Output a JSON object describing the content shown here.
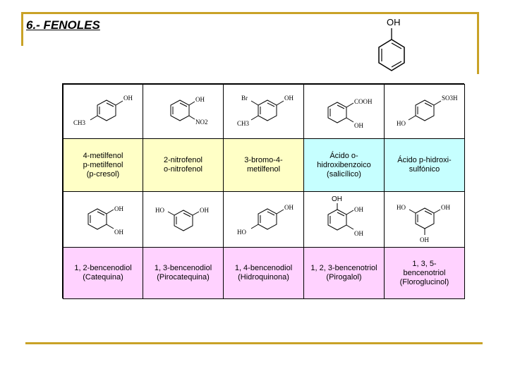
{
  "title": "6.- FENOLES",
  "phenol_oh": "OH",
  "row1": [
    {
      "line1": "4-metilfenol",
      "line2": "p-metilfenol",
      "line3": "(p-cresol)"
    },
    {
      "line1": "2-nitrofenol",
      "line2": "o-nitrofenol",
      "line3": ""
    },
    {
      "line1": "3-bromo-4-",
      "line2": "metilfenol",
      "line3": ""
    },
    {
      "line1": "Ácido o-",
      "line2": "hidroxibenzoico",
      "line3": "(salicílico)"
    },
    {
      "line1": "Ácido p-hidroxi-",
      "line2": "sulfónico",
      "line3": ""
    }
  ],
  "row2": [
    {
      "line1": "1, 2-bencenodiol",
      "line2": "(Catequina)",
      "line3": ""
    },
    {
      "line1": "1, 3-bencenodiol",
      "line2": "(Pirocatequina)",
      "line3": ""
    },
    {
      "line1": "1, 4-bencenodiol",
      "line2": "(Hidroquinona)",
      "line3": ""
    },
    {
      "line1": "1, 2, 3-bencenotriol",
      "line2": "(Pirogalol)",
      "line3": ""
    },
    {
      "line1": "1, 3, 5-",
      "line2": "bencenotriol",
      "line3": "(Floroglucinol)"
    }
  ],
  "struct_labels": {
    "s1_oh": "OH",
    "s1_ch3": "CH3",
    "s2_oh": "OH",
    "s2_no2": "NO2",
    "s3_oh": "OH",
    "s3_br": "Br",
    "s3_ch3": "CH3",
    "s4_cooh": "COOH",
    "s4_oh": "OH",
    "s5_ho": "HO",
    "s5_so3h": "SO3H",
    "d1_oh1": "OH",
    "d1_oh2": "OH",
    "d2_ho": "HO",
    "d2_oh": "OH",
    "d3_oh": "OH",
    "d3_ho": "HO",
    "d4_oh1": "OH",
    "d4_oh2": "OH",
    "d4_oh3": "OH",
    "d5_ho": "HO",
    "d5_oh1": "OH",
    "d5_oh2": "OH"
  }
}
